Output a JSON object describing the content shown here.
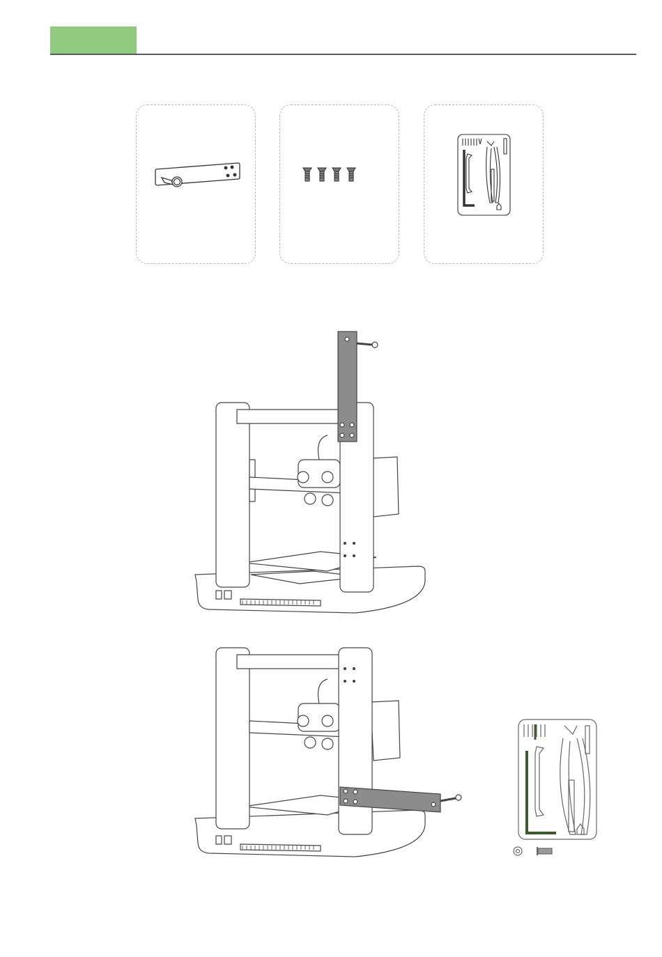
{
  "header": {
    "tab_color": "#8fca7e",
    "rule_color": "#5a5a5a",
    "tab_label": ""
  },
  "parts": [
    {
      "name": "filament-holder-arm",
      "icon": "filament-holder-arm-icon"
    },
    {
      "name": "mounting-screws",
      "icon": "screw-icon",
      "count": 4
    },
    {
      "name": "tool-kit",
      "icon": "tool-kit-icon"
    }
  ],
  "steps": [
    {
      "name": "step-remove-holder",
      "icon": "printer-icon"
    },
    {
      "name": "step-mount-holder-side",
      "icon": "printer-icon"
    }
  ],
  "callout": {
    "highlight_color": "#3c5a2c",
    "icons": [
      "tool-kit-icon",
      "washer-icon",
      "screw-icon"
    ]
  }
}
